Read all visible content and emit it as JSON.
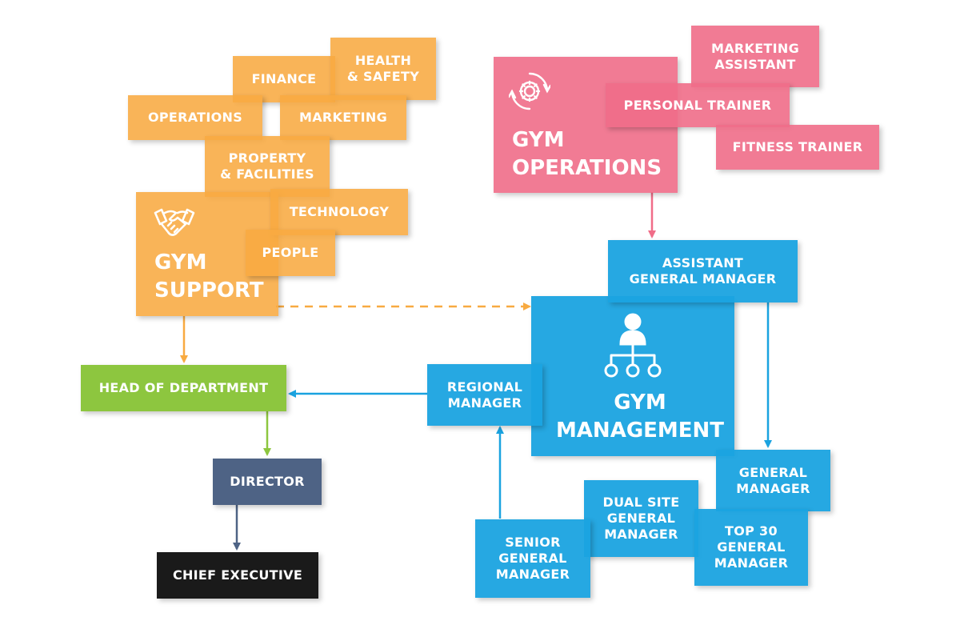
{
  "colors": {
    "support_orange": "#f8aa41",
    "operations_pink": "#f06d88",
    "management_blue": "#1aa3e0",
    "department_green": "#8dc63f",
    "director_slate": "#4e6385",
    "executive_black": "#1a1a1a"
  },
  "gym_support": {
    "title": "GYM\nSUPPORT",
    "icon": "handshake-icon",
    "departments": {
      "finance": "FINANCE",
      "health_safety": "HEALTH\n& SAFETY",
      "operations": "OPERATIONS",
      "marketing": "MARKETING",
      "property": "PROPERTY\n& FACILITIES",
      "technology": "TECHNOLOGY",
      "people": "PEOPLE"
    }
  },
  "gym_operations": {
    "title": "GYM\nOPERATIONS",
    "icon": "gear-cycle-icon",
    "roles": {
      "marketing_assistant": "MARKETING\nASSISTANT",
      "personal_trainer": "PERSONAL TRAINER",
      "fitness_trainer": "FITNESS TRAINER"
    }
  },
  "gym_management": {
    "title": "GYM\nMANAGEMENT",
    "icon": "org-chart-icon",
    "roles": {
      "assistant_gm": "ASSISTANT\nGENERAL MANAGER",
      "regional_manager": "REGIONAL\nMANAGER",
      "general_manager": "GENERAL\nMANAGER",
      "dual_site_gm": "DUAL SITE\nGENERAL\nMANAGER",
      "top30_gm": "TOP 30\nGENERAL\nMANAGER",
      "senior_gm": "SENIOR\nGENERAL\nMANAGER"
    }
  },
  "hierarchy": {
    "head_of_department": "HEAD OF DEPARTMENT",
    "director": "DIRECTOR",
    "chief_executive": "CHIEF EXECUTIVE"
  }
}
